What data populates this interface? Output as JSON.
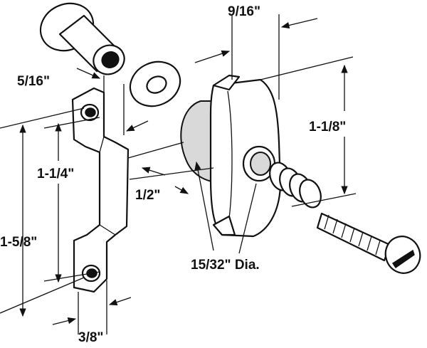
{
  "colors": {
    "ink": "#111111",
    "paper": "#ffffff",
    "shade": "#d9d9d9"
  },
  "dimensions": {
    "cap_width": "9/16\"",
    "bushing_offset": "5/16\"",
    "cap_height": "1-1/8\"",
    "keeper_hole_spacing": "1-1/4\"",
    "keeper_length": "1-5/8\"",
    "boss_depth": "1/2\"",
    "boss_diameter": "15/32\" Dia.",
    "keeper_width": "3/8\""
  }
}
